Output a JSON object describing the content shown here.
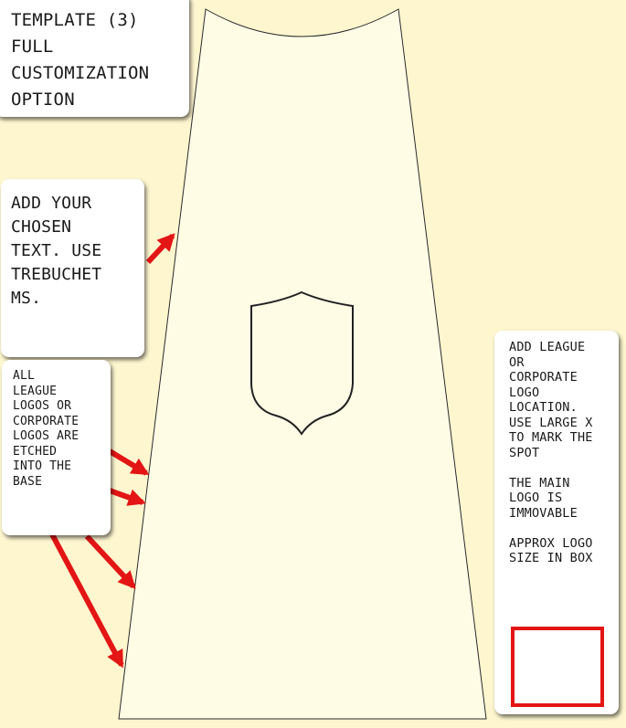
{
  "background_color": "#fdf6cf",
  "outline_color": "#2a2a2a",
  "arrow_color": "#e31515",
  "notes": {
    "template": "TEMPLATE (3)\nFULL\nCUSTOMIZATION\nOPTION",
    "add_text": "ADD YOUR\nCHOSEN\nTEXT. USE\nTREBUCHET\nMS.",
    "etched_logos": "ALL\nLEAGUE\nLOGOS OR\nCORPORATE\nLOGOS ARE\nETCHED\nINTO THE\nBASE",
    "logo_location": "ADD LEAGUE\nOR\nCORPORATE\nLOGO\nLOCATION.\nUSE LARGE X\nTO MARK THE\nSPOT\n\nTHE MAIN\nLOGO IS\nIMMOVABLE\n\nAPPROX LOGO\nSIZE IN BOX"
  },
  "icons": {
    "shield": "shield-icon",
    "arrow": "arrow-icon"
  }
}
